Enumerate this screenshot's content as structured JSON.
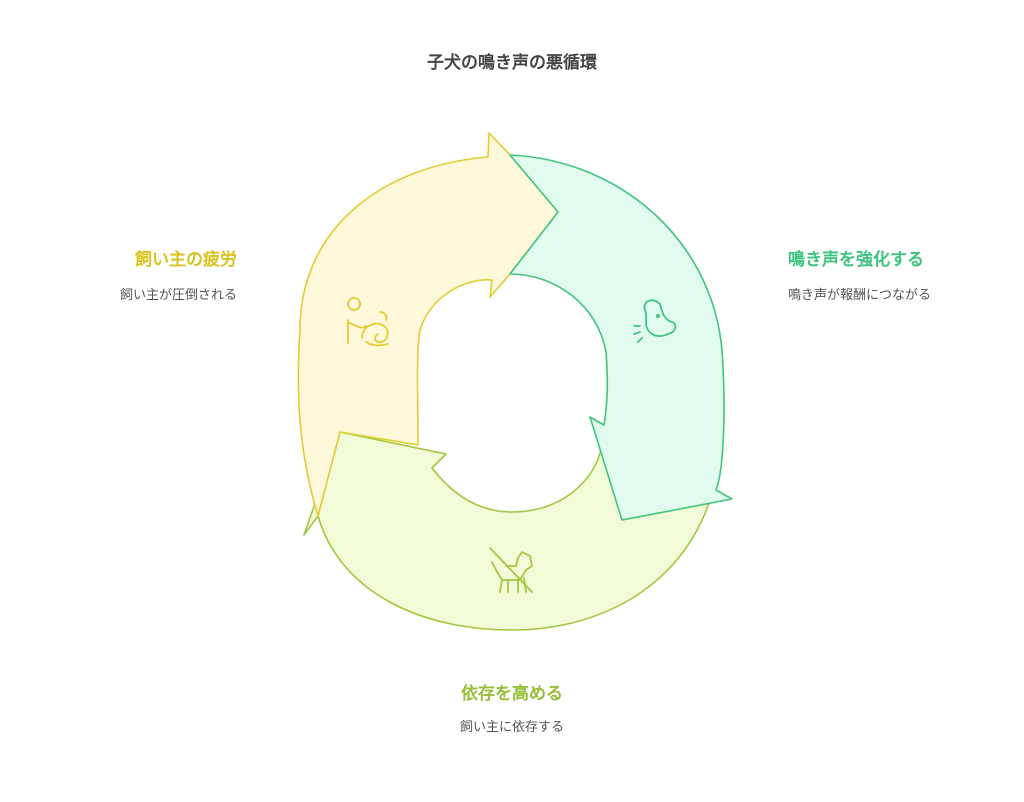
{
  "title": "子犬の鳴き声の悪循環",
  "colors": {
    "yellow_fill": "#FFF8DB",
    "yellow_stroke": "#E2CC32",
    "yellow_text": "#D9C21E",
    "green_fill": "#E1FBEE",
    "green_stroke": "#42C47F",
    "green_text": "#3CC47C",
    "lime_fill": "#F2FBD7",
    "lime_stroke": "#A2C83E",
    "lime_text": "#96BE38"
  },
  "steps": [
    {
      "id": "owner-fatigue",
      "title": "飼い主の疲労",
      "desc": "飼い主が圧倒される",
      "icon": "tired-person-icon"
    },
    {
      "id": "reinforce-crying",
      "title": "鳴き声を強化する",
      "desc": "鳴き声が報酬につながる",
      "icon": "crying-dog-icon"
    },
    {
      "id": "increase-dependence",
      "title": "依存を高める",
      "desc": "飼い主に依存する",
      "icon": "no-dog-icon"
    }
  ]
}
